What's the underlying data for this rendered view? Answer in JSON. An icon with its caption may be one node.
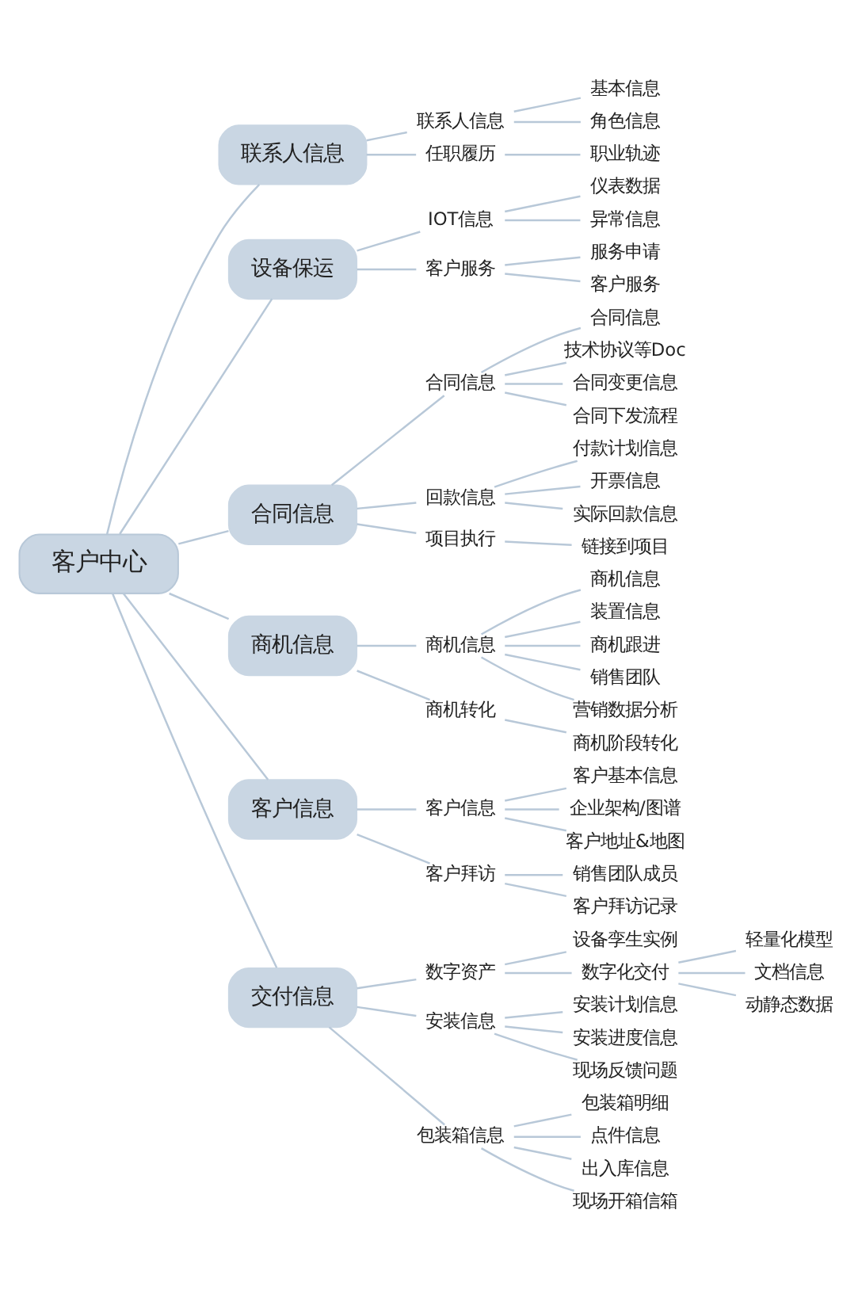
{
  "diagram": {
    "nodes": [
      {
        "text": [
          "客户中心"
        ]
      },
      {
        "text": [
          "联系人信息"
        ]
      },
      {
        "text": [
          "联系人信息"
        ]
      },
      {
        "text": [
          "基本信息"
        ]
      },
      {
        "text": [
          "角色信息"
        ]
      },
      {
        "text": [
          "任职履历"
        ]
      },
      {
        "text": [
          "职业轨迹"
        ]
      },
      {
        "text": [
          "设备保运"
        ]
      },
      {
        "text": [
          "IOT信息"
        ]
      },
      {
        "text": [
          "仪表数据"
        ]
      },
      {
        "text": [
          "异常信息"
        ]
      },
      {
        "text": [
          "客户服务"
        ]
      },
      {
        "text": [
          "服务申请"
        ]
      },
      {
        "text": [
          "客户服务"
        ]
      },
      {
        "text": [
          "合同信息"
        ]
      },
      {
        "text": [
          "合同信息"
        ]
      },
      {
        "text": [
          "合同信息"
        ]
      },
      {
        "text": [
          "技术协议等Doc"
        ]
      },
      {
        "text": [
          "合同变更信息"
        ]
      },
      {
        "text": [
          "合同下发流程"
        ]
      },
      {
        "text": [
          "回款信息"
        ]
      },
      {
        "text": [
          "付款计划信息"
        ]
      },
      {
        "text": [
          "开票信息"
        ]
      },
      {
        "text": [
          "实际回款信息"
        ]
      },
      {
        "text": [
          "项目执行"
        ]
      },
      {
        "text": [
          "链接到项目"
        ]
      },
      {
        "text": [
          "商机信息"
        ]
      },
      {
        "text": [
          "商机信息"
        ]
      },
      {
        "text": [
          "商机信息"
        ]
      },
      {
        "text": [
          "装置信息"
        ]
      },
      {
        "text": [
          "商机跟进"
        ]
      },
      {
        "text": [
          "销售团队"
        ]
      },
      {
        "text": [
          "营销数据分析"
        ]
      },
      {
        "text": [
          "商机转化"
        ]
      },
      {
        "text": [
          "商机阶段转化"
        ]
      },
      {
        "text": [
          "客户信息"
        ]
      },
      {
        "text": [
          "客户信息"
        ]
      },
      {
        "text": [
          "客户基本信息"
        ]
      },
      {
        "text": [
          "企业架构/图谱"
        ]
      },
      {
        "text": [
          "客户地址&地图"
        ]
      },
      {
        "text": [
          "客户拜访"
        ]
      },
      {
        "text": [
          "销售团队成员"
        ]
      },
      {
        "text": [
          "客户拜访记录"
        ]
      },
      {
        "text": [
          "交付信息"
        ]
      },
      {
        "text": [
          "数字资产"
        ]
      },
      {
        "text": [
          "设备孪生实例"
        ]
      },
      {
        "text": [
          "数字化交付"
        ]
      },
      {
        "text": [
          "轻量化模型"
        ]
      },
      {
        "text": [
          "文档信息"
        ]
      },
      {
        "text": [
          "动静态数据"
        ]
      },
      {
        "text": [
          "安装信息"
        ]
      },
      {
        "text": [
          "安装计划信息"
        ]
      },
      {
        "text": [
          "安装进度信息"
        ]
      },
      {
        "text": [
          "现场反馈问题"
        ]
      },
      {
        "text": [
          "包装箱信息"
        ]
      },
      {
        "text": [
          "包装箱明细"
        ]
      },
      {
        "text": [
          "点件信息"
        ]
      },
      {
        "text": [
          "出入库信息"
        ]
      },
      {
        "text": [
          "现场开箱信箱"
        ]
      }
    ],
    "edges": [
      {
        "from": 0,
        "to": 1,
        "arrow": "none"
      },
      {
        "from": 1,
        "to": 2,
        "arrow": "none"
      },
      {
        "from": 2,
        "to": 3,
        "arrow": "none"
      },
      {
        "from": 2,
        "to": 4,
        "arrow": "none"
      },
      {
        "from": 1,
        "to": 5,
        "arrow": "none"
      },
      {
        "from": 5,
        "to": 6,
        "arrow": "none"
      },
      {
        "from": 0,
        "to": 7,
        "arrow": "none"
      },
      {
        "from": 7,
        "to": 8,
        "arrow": "none"
      },
      {
        "from": 8,
        "to": 9,
        "arrow": "none"
      },
      {
        "from": 8,
        "to": 10,
        "arrow": "none"
      },
      {
        "from": 7,
        "to": 11,
        "arrow": "none"
      },
      {
        "from": 11,
        "to": 12,
        "arrow": "none"
      },
      {
        "from": 11,
        "to": 13,
        "arrow": "none"
      },
      {
        "from": 0,
        "to": 14,
        "arrow": "none"
      },
      {
        "from": 14,
        "to": 15,
        "arrow": "none"
      },
      {
        "from": 15,
        "to": 16,
        "arrow": "none"
      },
      {
        "from": 15,
        "to": 17,
        "arrow": "none"
      },
      {
        "from": 15,
        "to": 18,
        "arrow": "none"
      },
      {
        "from": 15,
        "to": 19,
        "arrow": "none"
      },
      {
        "from": 14,
        "to": 20,
        "arrow": "none"
      },
      {
        "from": 20,
        "to": 21,
        "arrow": "none"
      },
      {
        "from": 20,
        "to": 22,
        "arrow": "none"
      },
      {
        "from": 20,
        "to": 23,
        "arrow": "none"
      },
      {
        "from": 14,
        "to": 24,
        "arrow": "none"
      },
      {
        "from": 24,
        "to": 25,
        "arrow": "none"
      },
      {
        "from": 0,
        "to": 26,
        "arrow": "none"
      },
      {
        "from": 26,
        "to": 27,
        "arrow": "none"
      },
      {
        "from": 27,
        "to": 28,
        "arrow": "none"
      },
      {
        "from": 27,
        "to": 29,
        "arrow": "none"
      },
      {
        "from": 27,
        "to": 30,
        "arrow": "none"
      },
      {
        "from": 27,
        "to": 31,
        "arrow": "none"
      },
      {
        "from": 27,
        "to": 32,
        "arrow": "none"
      },
      {
        "from": 26,
        "to": 33,
        "arrow": "none"
      },
      {
        "from": 33,
        "to": 34,
        "arrow": "none"
      },
      {
        "from": 0,
        "to": 35,
        "arrow": "none"
      },
      {
        "from": 35,
        "to": 36,
        "arrow": "none"
      },
      {
        "from": 36,
        "to": 37,
        "arrow": "none"
      },
      {
        "from": 36,
        "to": 38,
        "arrow": "none"
      },
      {
        "from": 36,
        "to": 39,
        "arrow": "none"
      },
      {
        "from": 35,
        "to": 40,
        "arrow": "none"
      },
      {
        "from": 40,
        "to": 41,
        "arrow": "none"
      },
      {
        "from": 40,
        "to": 42,
        "arrow": "none"
      },
      {
        "from": 0,
        "to": 43,
        "arrow": "none"
      },
      {
        "from": 43,
        "to": 44,
        "arrow": "none"
      },
      {
        "from": 44,
        "to": 45,
        "arrow": "none"
      },
      {
        "from": 44,
        "to": 46,
        "arrow": "none"
      },
      {
        "from": 46,
        "to": 47,
        "arrow": "none"
      },
      {
        "from": 46,
        "to": 48,
        "arrow": "none"
      },
      {
        "from": 46,
        "to": 49,
        "arrow": "none"
      },
      {
        "from": 43,
        "to": 50,
        "arrow": "none"
      },
      {
        "from": 50,
        "to": 51,
        "arrow": "none"
      },
      {
        "from": 50,
        "to": 52,
        "arrow": "none"
      },
      {
        "from": 50,
        "to": 53,
        "arrow": "none"
      },
      {
        "from": 43,
        "to": 54,
        "arrow": "none"
      },
      {
        "from": 54,
        "to": 55,
        "arrow": "none"
      },
      {
        "from": 54,
        "to": 56,
        "arrow": "none"
      },
      {
        "from": 54,
        "to": 57,
        "arrow": "none"
      },
      {
        "from": 54,
        "to": 58,
        "arrow": "none"
      }
    ]
  }
}
